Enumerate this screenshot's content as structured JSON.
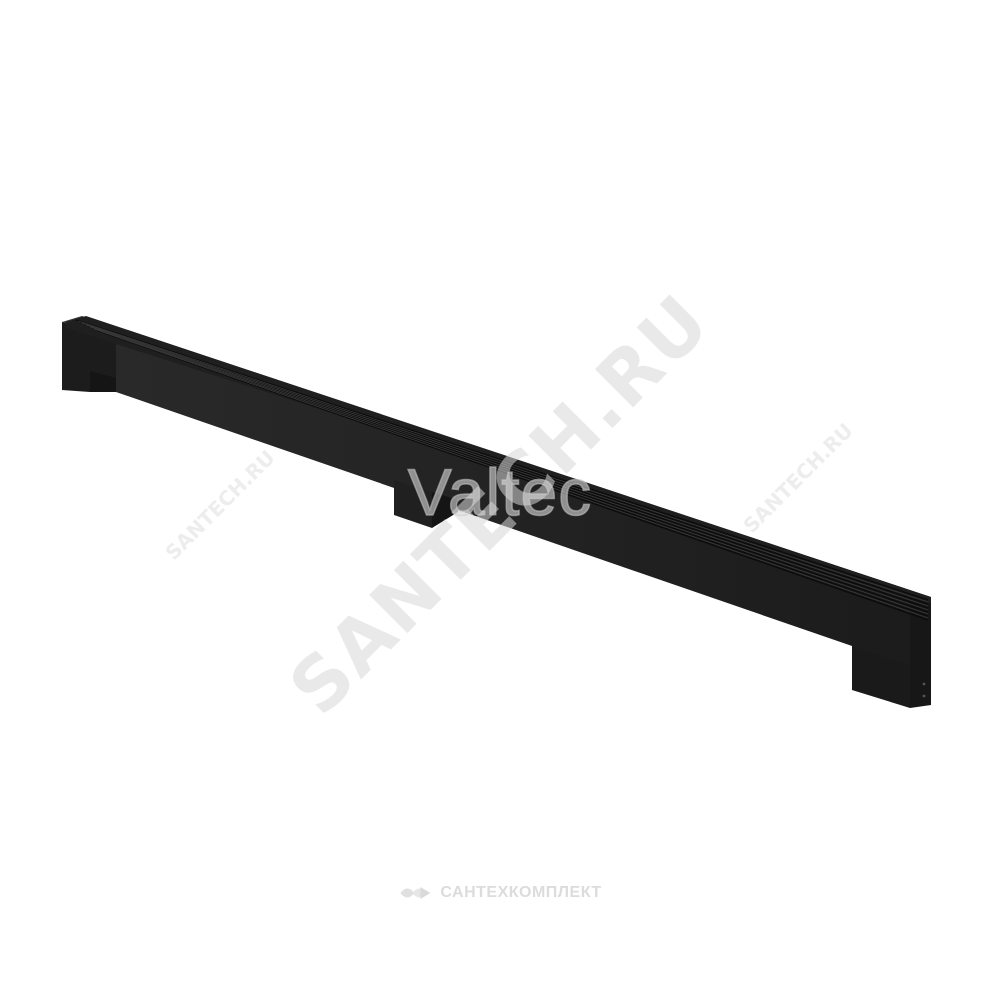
{
  "product": {
    "name": "floor convector",
    "body_color": "#1e1e1e",
    "face_color": "#262626",
    "top_color": "#2c2c2c",
    "grille_slot_count": 6
  },
  "watermarks": {
    "diagonal_text": "SANTECH.RU",
    "brand_text": "Valtec",
    "small_left_text": "SANTECH.RU",
    "small_right_text": "SANTECH.RU",
    "footer_text": "САНТЕХКОМПЛЕКТ",
    "footer_logo_icon": "santechkomplekt-logo-icon"
  }
}
